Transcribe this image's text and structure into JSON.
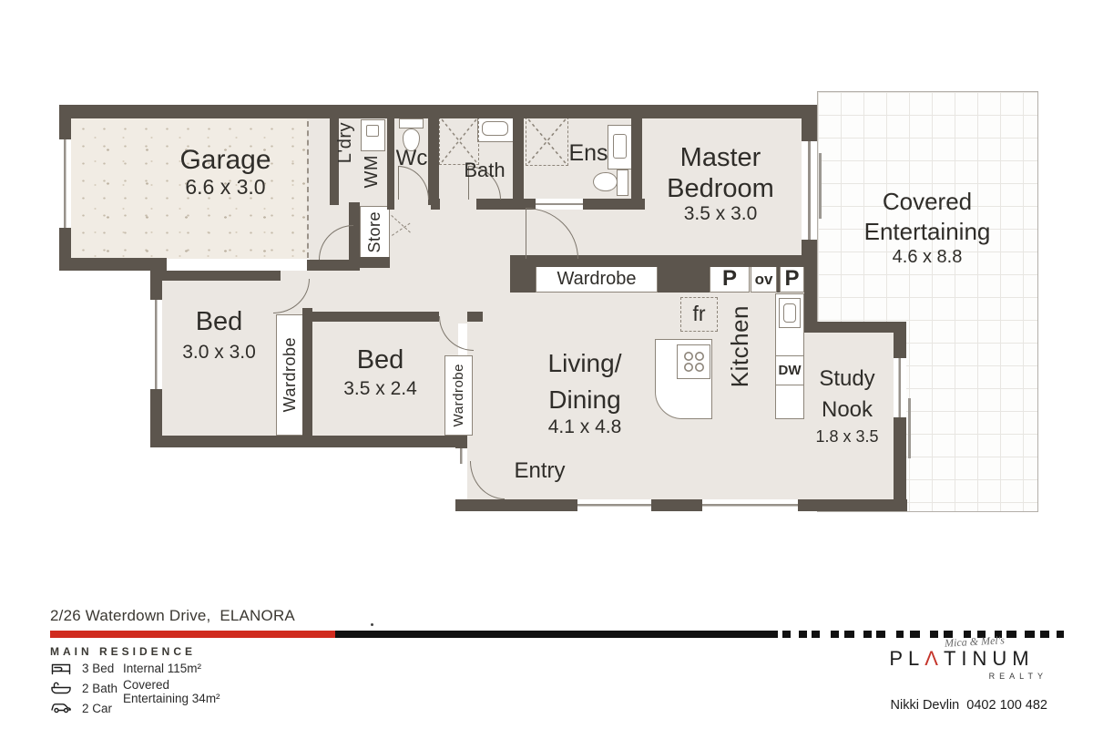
{
  "plan": {
    "garage": {
      "name": "Garage",
      "dims": "6.6 x 3.0"
    },
    "laundry": {
      "name": "L'dry"
    },
    "washing_machine": {
      "name": "WM"
    },
    "wc": {
      "name": "Wc"
    },
    "bath": {
      "name": "Bath"
    },
    "ensuite": {
      "name": "Ens"
    },
    "master": {
      "line1": "Master",
      "line2": "Bedroom",
      "dims": "3.5 x 3.0"
    },
    "covered": {
      "line1": "Covered",
      "line2": "Entertaining",
      "dims": "4.6 x 8.8"
    },
    "store": {
      "name": "Store"
    },
    "wardrobe_master": {
      "name": "Wardrobe"
    },
    "bed1": {
      "name": "Bed",
      "dims": "3.0 x 3.0"
    },
    "bed2": {
      "name": "Bed",
      "dims": "3.5 x 2.4"
    },
    "wardrobe1": {
      "name": "Wardrobe"
    },
    "wardrobe2": {
      "name": "Wardrobe"
    },
    "living": {
      "line1": "Living/",
      "line2": "Dining",
      "dims": "4.1 x 4.8"
    },
    "kitchen": {
      "name": "Kitchen"
    },
    "study": {
      "line1": "Study",
      "line2": "Nook",
      "dims": "1.8 x 3.5"
    },
    "entry": {
      "name": "Entry"
    },
    "fixtures": {
      "pantry_left": "P",
      "oven": "ov",
      "pantry_right": "P",
      "fridge": "fr",
      "dishwasher": "DW"
    }
  },
  "footer": {
    "address": "2/26 Waterdown Drive,  ELANORA",
    "section_title": "MAIN RESIDENCE",
    "stats": {
      "beds": "3 Bed",
      "baths": "2 Bath",
      "cars": "2 Car"
    },
    "areas": {
      "internal": "Internal 115m²",
      "covered_line1": "Covered",
      "covered_line2": "Entertaining 34m²"
    },
    "brand": {
      "script": "Mica & Mel's",
      "name_pre": "PL",
      "name_a": "Λ",
      "name_post": "TINUM",
      "sub": "REALTY"
    },
    "agent": "Nikki Devlin  0402 100 482"
  },
  "colors": {
    "accent_red": "#d02b1e",
    "wall": "#5c554d"
  }
}
